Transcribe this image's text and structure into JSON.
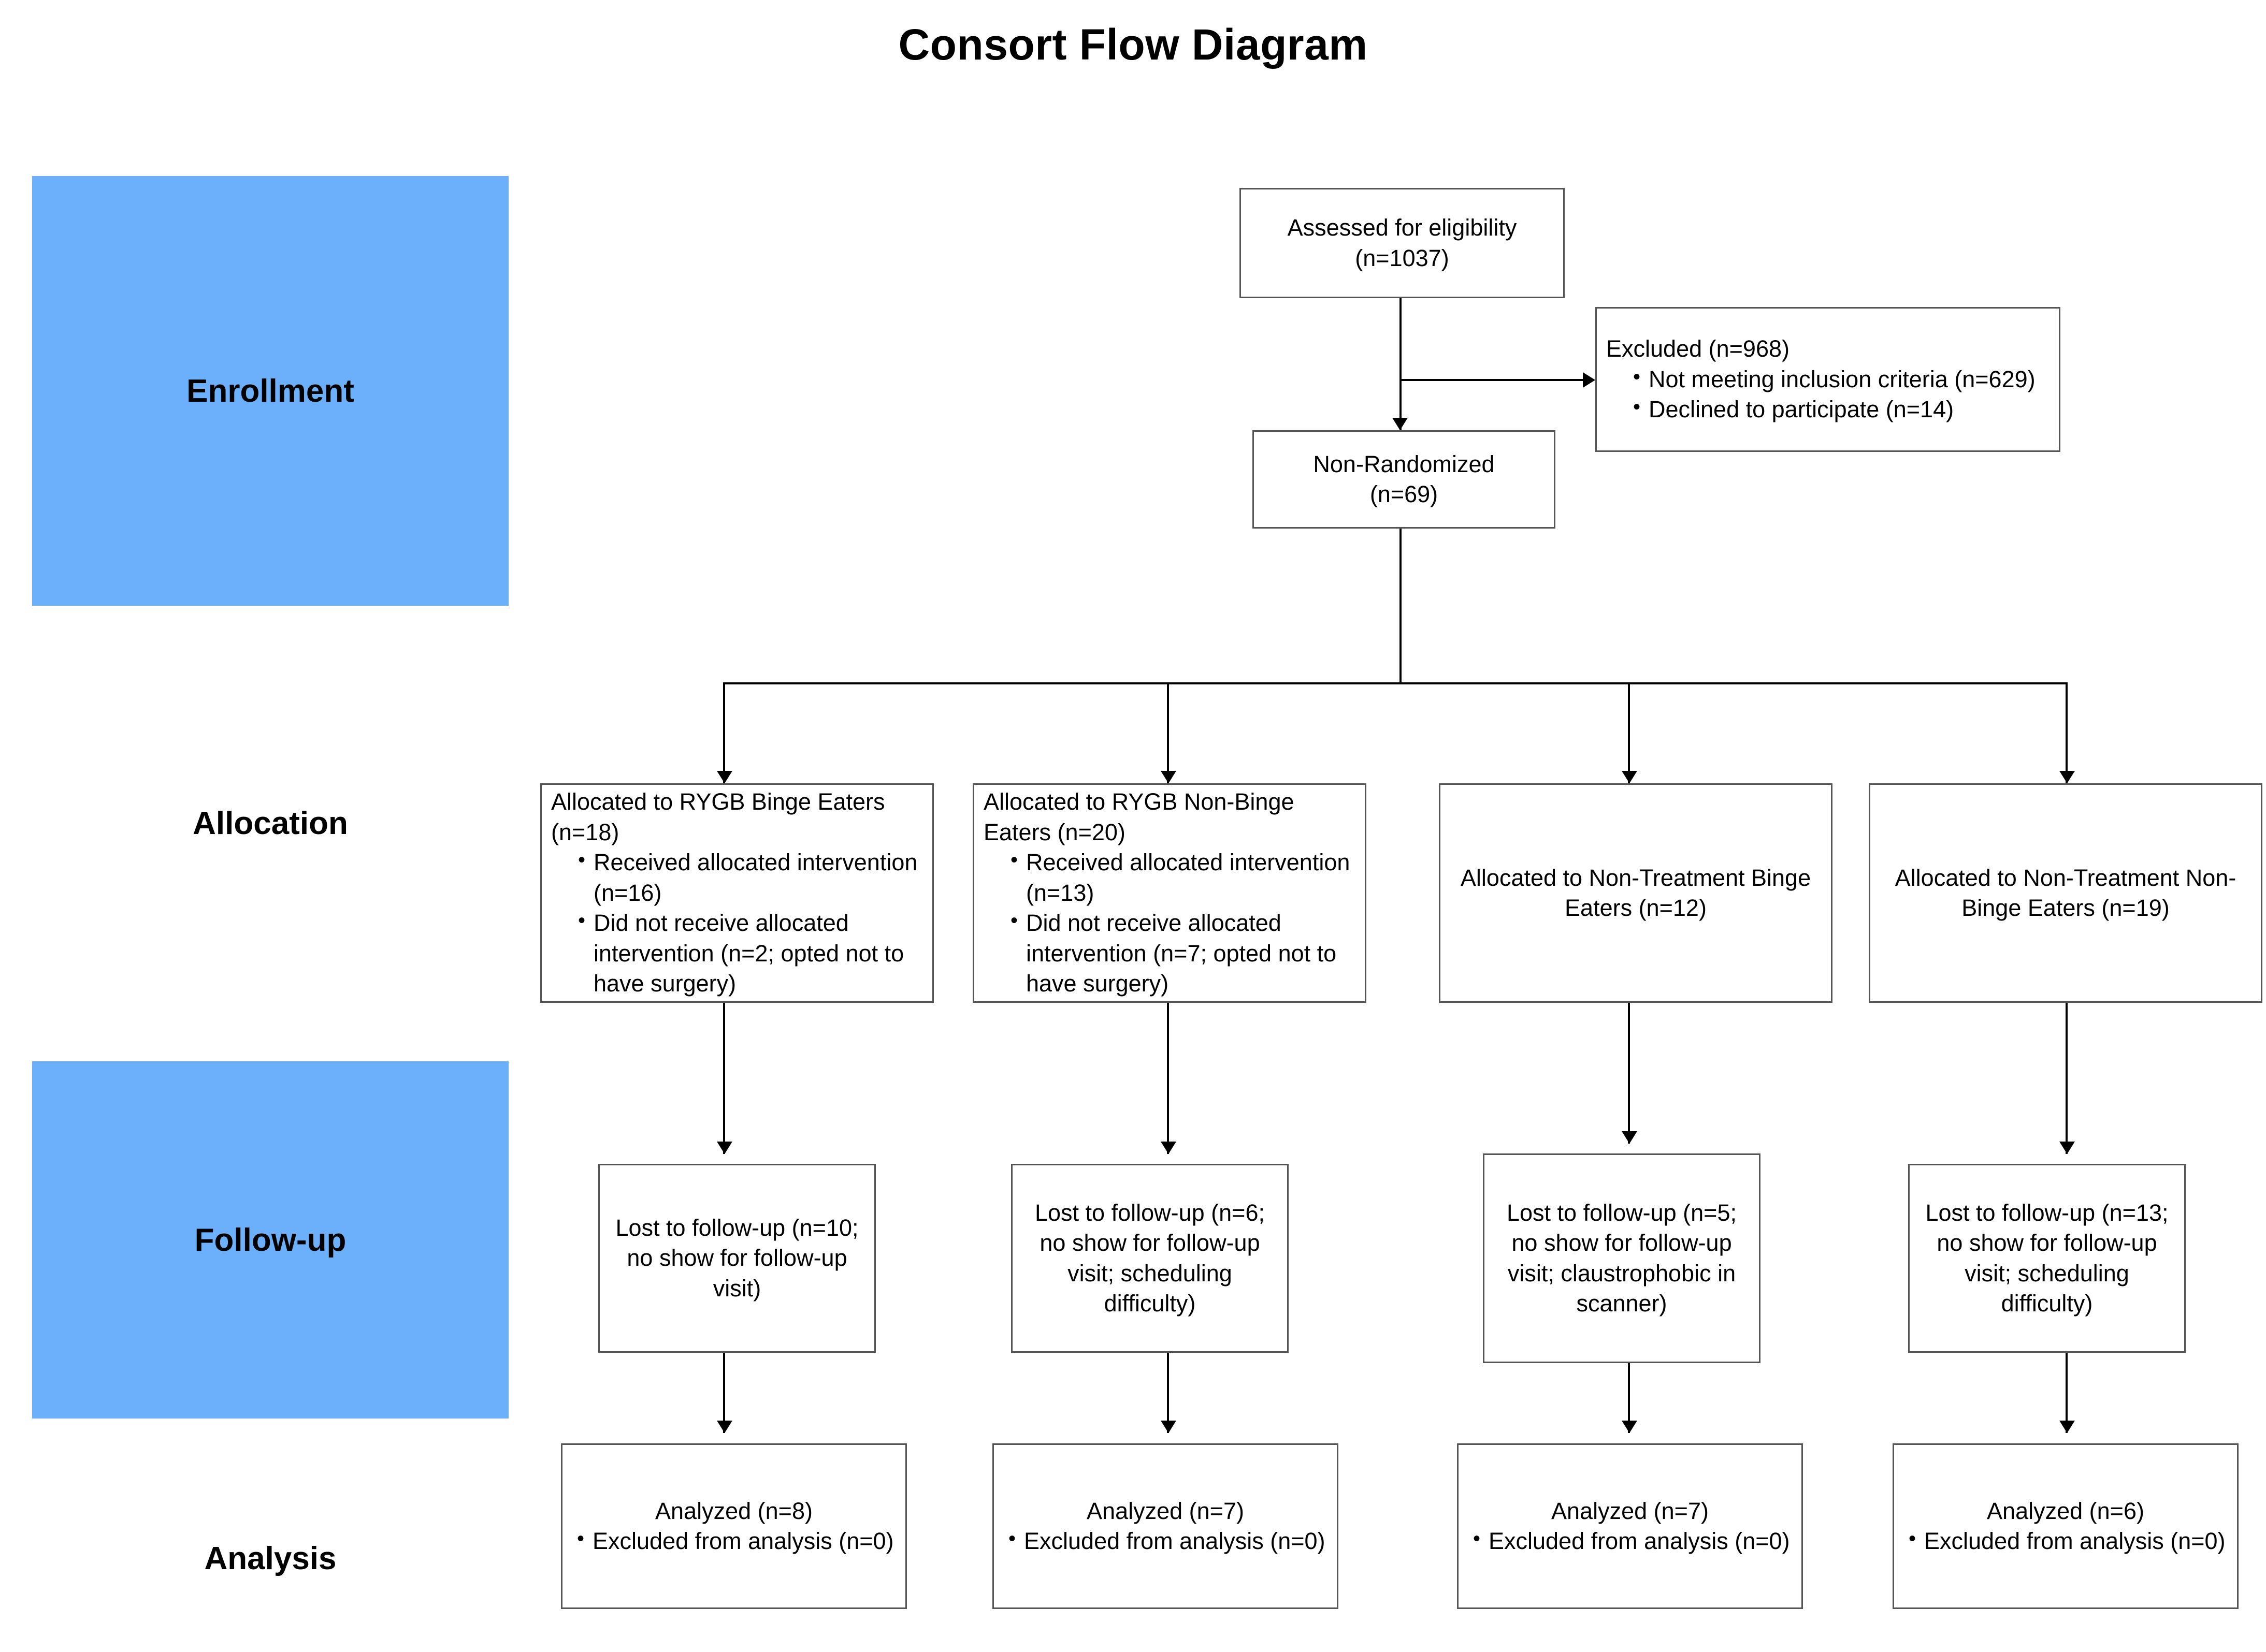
{
  "title": "Consort Flow Diagram",
  "colors": {
    "stage_band_fill": "#6CB0FB",
    "box_border": "#555555",
    "connector": "#000000",
    "page_background": "#ffffff"
  },
  "stages": [
    {
      "id": "enrollment",
      "label": "Enrollment",
      "banded": true
    },
    {
      "id": "allocation",
      "label": "Allocation",
      "banded": false
    },
    {
      "id": "followup",
      "label": "Follow-up",
      "banded": true
    },
    {
      "id": "analysis",
      "label": "Analysis",
      "banded": false
    }
  ],
  "enrollment": {
    "assessed": {
      "line1": "Assessed for eligibility",
      "line2": "(n=1037)"
    },
    "excluded": {
      "header": "Excluded (n=968)",
      "bullets": [
        "Not meeting inclusion criteria (n=629)",
        "Declined to participate (n=14)"
      ]
    },
    "non_randomized": {
      "line1": "Non-Randomized",
      "line2": "(n=69)"
    }
  },
  "allocation": [
    {
      "header": "Allocated to RYGB Binge Eaters (n=18)",
      "bullets": [
        "Received allocated intervention (n=16)",
        "Did not receive allocated intervention (n=2; opted not to have surgery)"
      ]
    },
    {
      "header": "Allocated to RYGB Non-Binge Eaters (n=20)",
      "bullets": [
        "Received allocated intervention (n=13)",
        "Did not receive allocated intervention (n=7; opted not to have surgery)"
      ]
    },
    {
      "header": "Allocated to Non-Treatment Binge Eaters (n=12)",
      "bullets": []
    },
    {
      "header": "Allocated to Non-Treatment Non-Binge Eaters (n=19)",
      "bullets": []
    }
  ],
  "followup": [
    {
      "text": "Lost to follow-up (n=10; no show for follow-up visit)"
    },
    {
      "text": "Lost to follow-up (n=6; no show for follow-up visit; scheduling difficulty)"
    },
    {
      "text": "Lost to follow-up (n=5; no show for follow-up visit; claustrophobic in scanner)"
    },
    {
      "text": "Lost to follow-up (n=13; no show for follow-up visit; scheduling difficulty)"
    }
  ],
  "analysis": [
    {
      "header": "Analyzed (n=8)",
      "bullets": [
        "Excluded from analysis (n=0)"
      ]
    },
    {
      "header": "Analyzed (n=7)",
      "bullets": [
        "Excluded from analysis (n=0)"
      ]
    },
    {
      "header": "Analyzed (n=7)",
      "bullets": [
        "Excluded from analysis (n=0)"
      ]
    },
    {
      "header": "Analyzed (n=6)",
      "bullets": [
        "Excluded from analysis (n=0)"
      ]
    }
  ]
}
